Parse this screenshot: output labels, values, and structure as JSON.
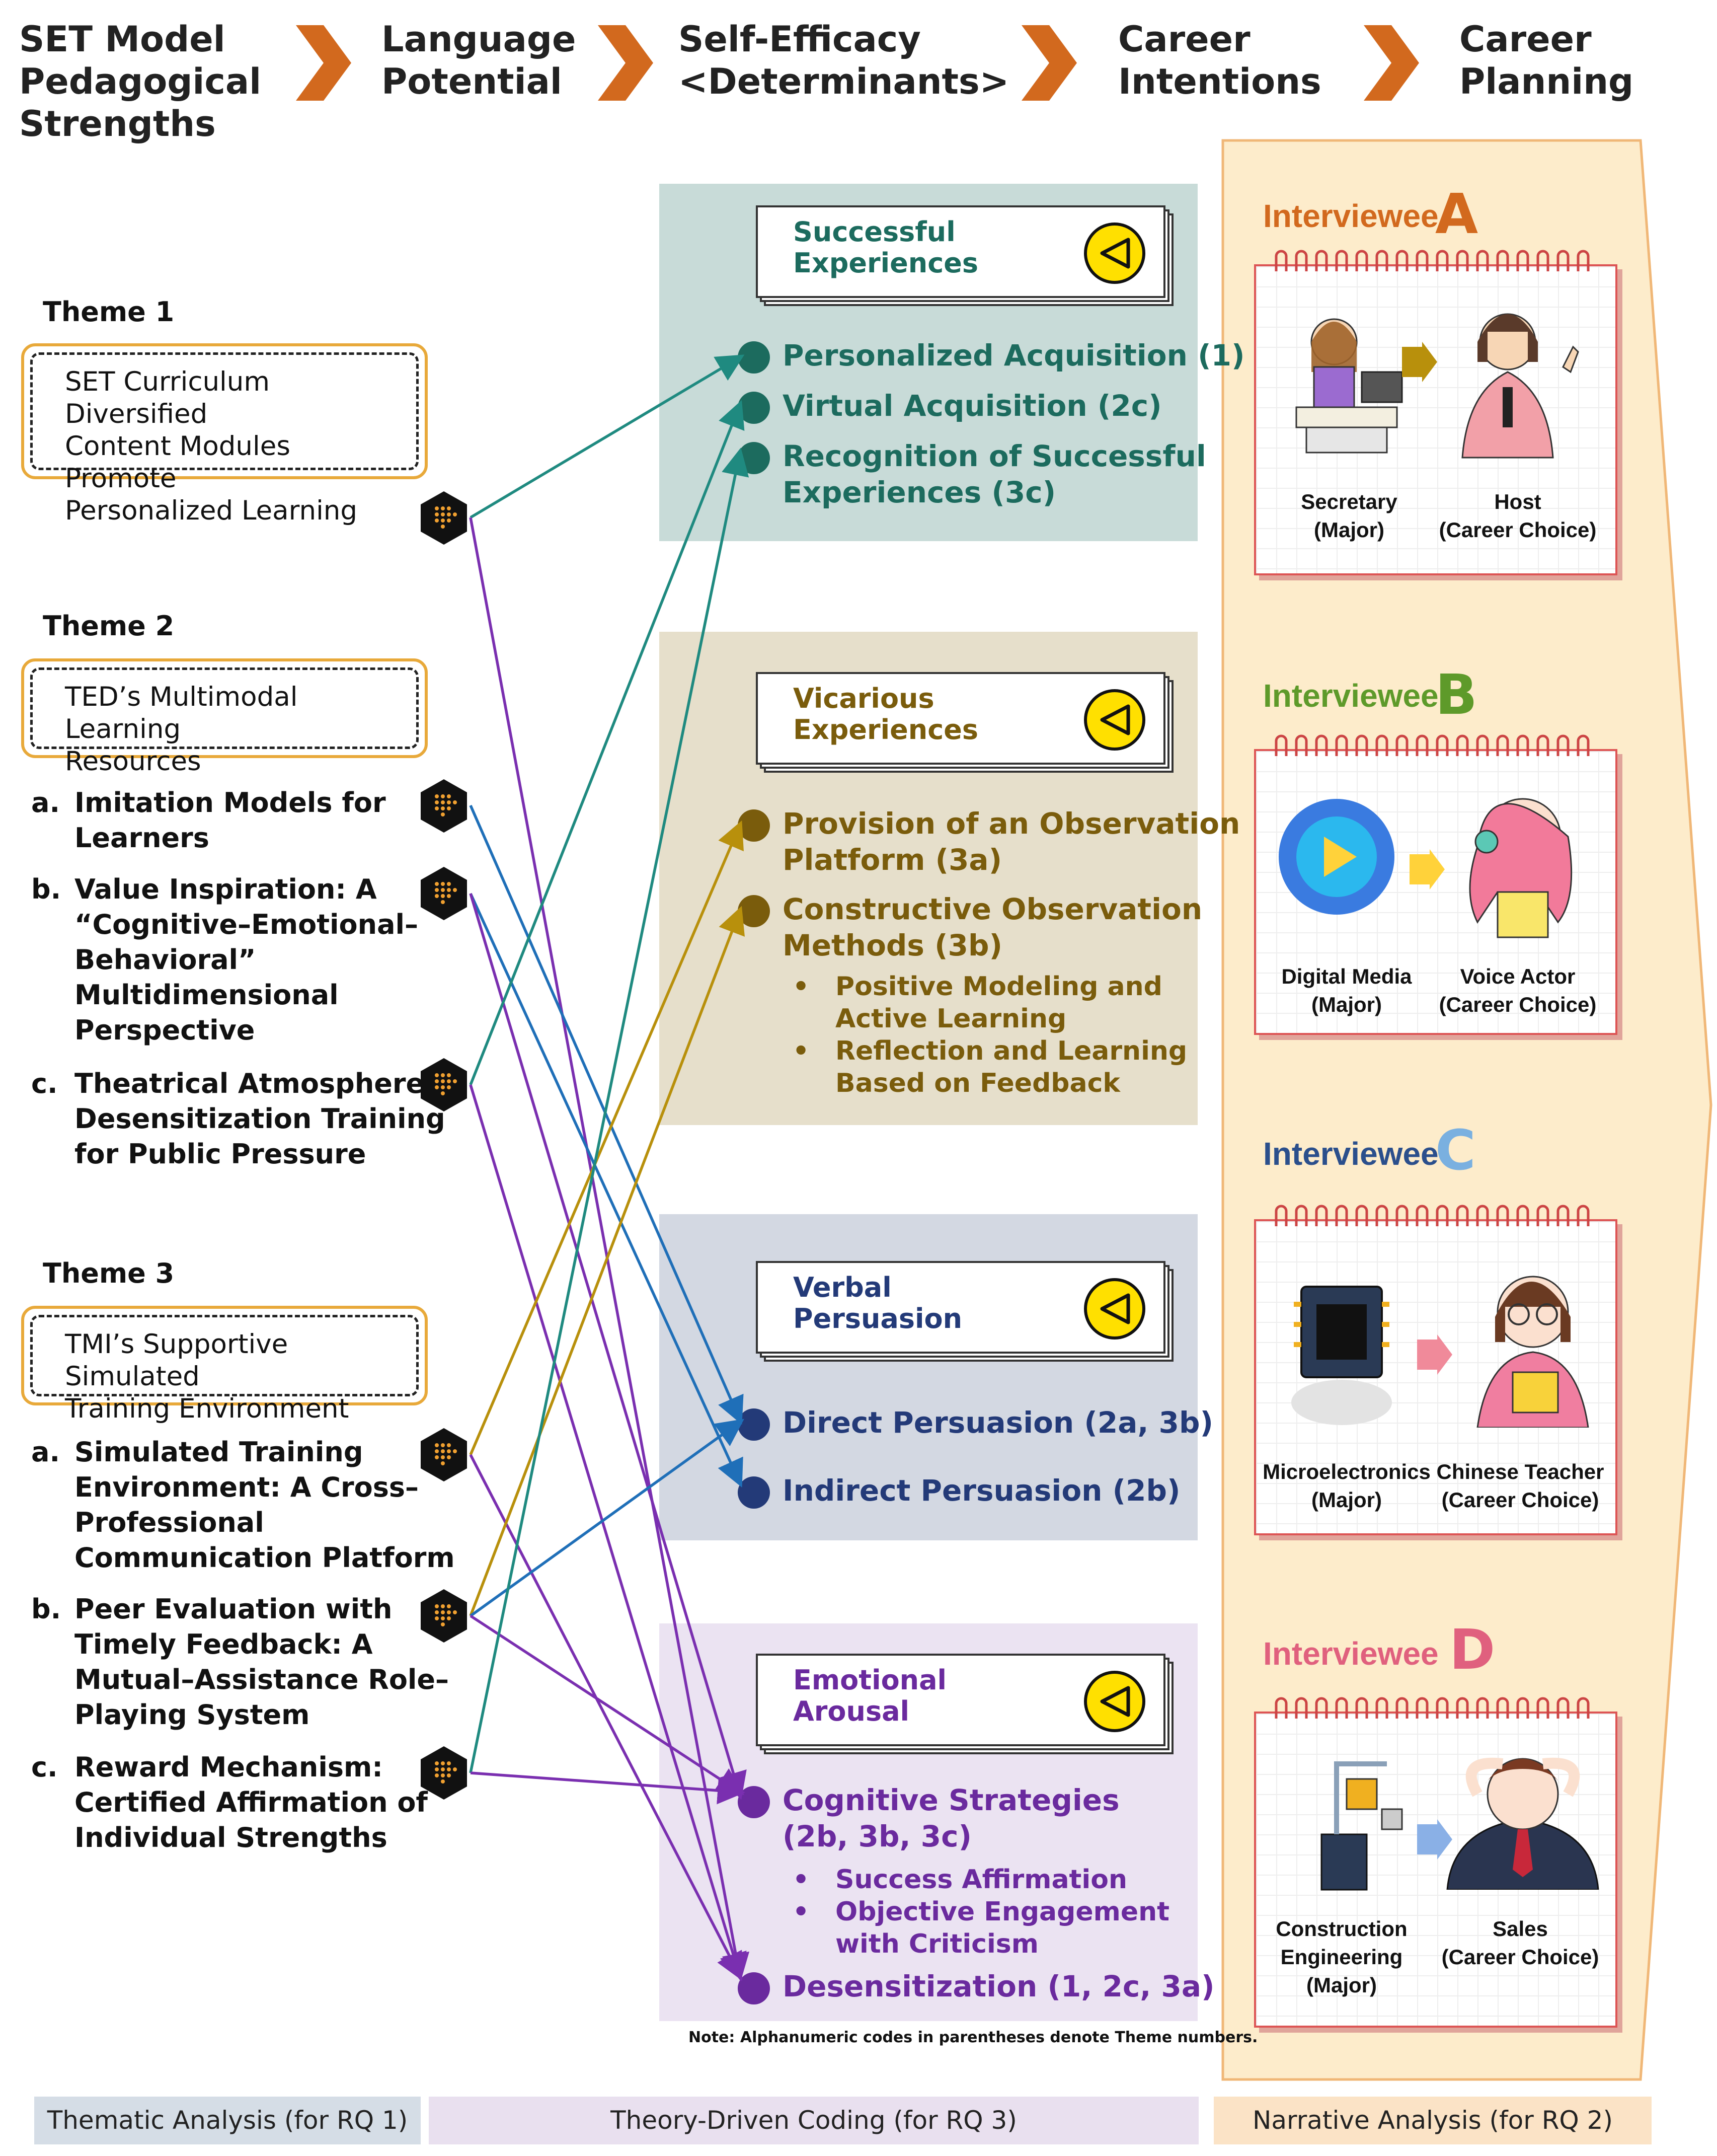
{
  "header": {
    "col1": "SET Model\nPedagogical\nStrengths",
    "col2": "Language\nPotential",
    "col3": "Self-Efficacy\n<Determinants>",
    "col4": "Career\nIntentions",
    "col5": "Career\nPlanning"
  },
  "themes": {
    "t1": {
      "title": "Theme 1",
      "box": "SET Curriculum Diversified\nContent Modules Promote\nPersonalized Learning"
    },
    "t2": {
      "title": "Theme 2",
      "box": "TED’s Multimodal Learning\nResources",
      "subs": [
        {
          "letter": "a.",
          "text": "Imitation Models for\nLearners"
        },
        {
          "letter": "b.",
          "text": "Value Inspiration: A\n“Cognitive–Emotional–\nBehavioral”\nMultidimensional\nPerspective"
        },
        {
          "letter": "c.",
          "text": "Theatrical Atmosphere:\nDesensitization Training\nfor Public Pressure"
        }
      ]
    },
    "t3": {
      "title": "Theme 3",
      "box": "TMI’s Supportive Simulated\nTraining Environment",
      "subs": [
        {
          "letter": "a.",
          "text": "Simulated Training\nEnvironment: A Cross–\nProfessional\nCommunication Platform"
        },
        {
          "letter": "b.",
          "text": "Peer Evaluation with\nTimely Feedback: A\nMutual–Assistance Role–\nPlaying System"
        },
        {
          "letter": "c.",
          "text": "Reward Mechanism:\nCertified Affirmation of\nIndividual Strengths"
        }
      ]
    }
  },
  "determinants": {
    "successful": {
      "title": "Successful\nExperiences",
      "color": "#1c6b5e",
      "bg": "#c8dbd8",
      "items": [
        "Personalized Acquisition (1)",
        "Virtual Acquisition (2c)",
        "Recognition of Successful\nExperiences (3c)"
      ]
    },
    "vicarious": {
      "title": "Vicarious\nExperiences",
      "color": "#7a5c0c",
      "bg": "#e6dfcb",
      "items": [
        "Provision of an Observation\nPlatform (3a)",
        "Constructive Observation\nMethods (3b)"
      ],
      "bullets": [
        "Positive Modeling and\nActive Learning",
        "Reflection and Learning\nBased on Feedback"
      ]
    },
    "verbal": {
      "title": "Verbal\nPersuasion",
      "color": "#233a78",
      "bg": "#d3d8e2",
      "items": [
        "Direct Persuasion (2a, 3b)",
        "Indirect Persuasion (2b)"
      ]
    },
    "emotional": {
      "title": "Emotional\nArousal",
      "color": "#6a2a9e",
      "bg": "#ebe3f2",
      "items": [
        "Cognitive Strategies\n(2b, 3b, 3c)",
        "Desensitization (1, 2c, 3a)"
      ],
      "bullets": [
        "Success Affirmation",
        "Objective Engagement\nwith Criticism"
      ]
    }
  },
  "note": "Note: Alphanumeric codes in parentheses denote Theme numbers.",
  "interviewees": [
    {
      "label": "Interviewee",
      "letter": "A",
      "color": "#d2691e",
      "major": "Secretary\n(Major)",
      "career": "Host\n(Career Choice)"
    },
    {
      "label": "Interviewee",
      "letter": "B",
      "color": "#5e9a2a",
      "major": "Digital Media\n(Major)",
      "career": "Voice Actor\n(Career Choice)"
    },
    {
      "label": "Interviewee",
      "letter": "C",
      "color": "#2b4f8c",
      "major": "Microelectronics\n(Major)",
      "career": "Chinese Teacher\n(Career Choice)"
    },
    {
      "label": "Interviewee",
      "letter": "D",
      "color": "#e0607e",
      "major": "Construction\nEngineering\n(Major)",
      "career": "Sales\n(Career Choice)"
    }
  ],
  "footer": {
    "left": "Thematic Analysis (for RQ 1)",
    "mid": "Theory-Driven Coding (for RQ 3)",
    "right": "Narrative Analysis (for RQ 2)"
  },
  "colors": {
    "chevron": "#d2691e",
    "teal": "#1f8a80",
    "gold": "#b8900c",
    "blue": "#1f6fb8",
    "purple": "#7a2fb0"
  }
}
